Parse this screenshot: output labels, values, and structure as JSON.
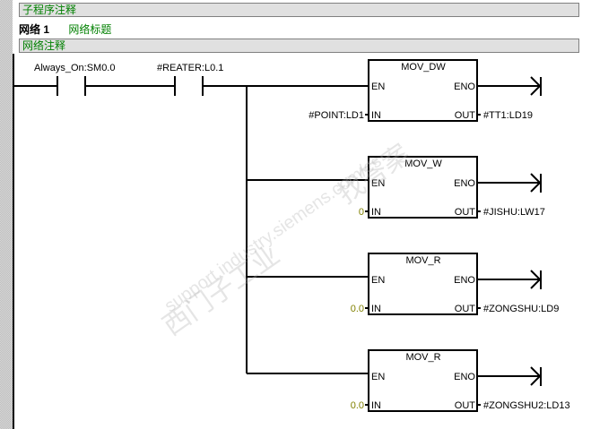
{
  "subroutine_comment": "子程序注释",
  "network": {
    "label": "网络 1",
    "title": "网络标题",
    "comment": "网络注释"
  },
  "contacts": [
    {
      "operand": "Always_On:SM0.0"
    },
    {
      "operand": "#REATER:L0.1"
    }
  ],
  "boxes": [
    {
      "name": "MOV_DW",
      "en": "EN",
      "eno": "ENO",
      "in_pin": "IN",
      "out_pin": "OUT",
      "in": "#POINT:LD1",
      "out": "#TT1:LD19",
      "in_is_constant": false
    },
    {
      "name": "MOV_W",
      "en": "EN",
      "eno": "ENO",
      "in_pin": "IN",
      "out_pin": "OUT",
      "in": "0",
      "out": "#JISHU:LW17",
      "in_is_constant": true
    },
    {
      "name": "MOV_R",
      "en": "EN",
      "eno": "ENO",
      "in_pin": "IN",
      "out_pin": "OUT",
      "in": "0.0",
      "out": "#ZONGSHU:LD9",
      "in_is_constant": true
    },
    {
      "name": "MOV_R",
      "en": "EN",
      "eno": "ENO",
      "in_pin": "IN",
      "out_pin": "OUT",
      "in": "0.0",
      "out": "#ZONGSHU2:LD13",
      "in_is_constant": true
    }
  ],
  "watermark": {
    "line1": "西门子工业",
    "line2": "support.industry.siemens.com/cs",
    "line3": "找答案"
  },
  "colors": {
    "comment": "#008000",
    "constant": "#808000"
  }
}
